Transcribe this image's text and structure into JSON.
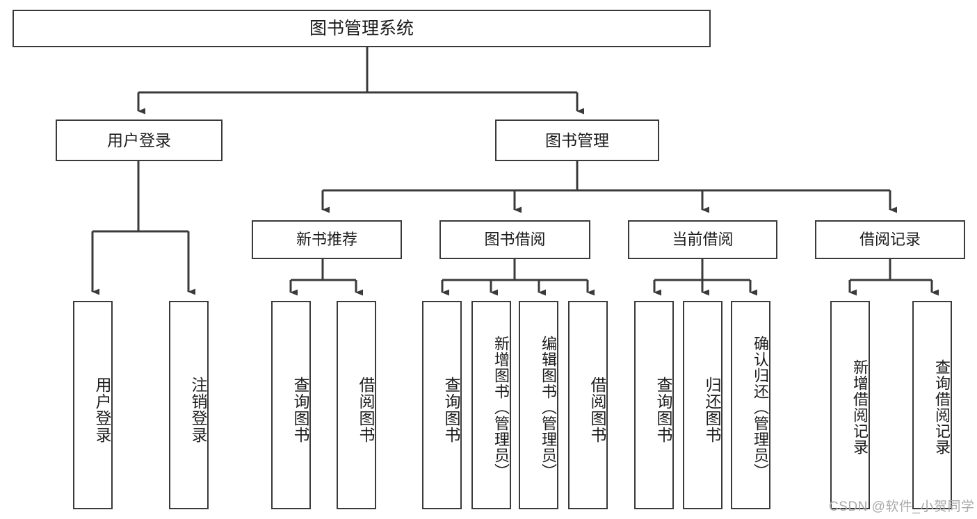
{
  "diagram": {
    "title": "图书管理系统",
    "type": "功能结构图",
    "stroke_color": "#3a3a3a",
    "text_color": "#1c1c1c",
    "background_color": "#ffffff",
    "nodes": {
      "root": {
        "label": "图书管理系统"
      },
      "level1": [
        {
          "id": "user-login",
          "label": "用户登录"
        },
        {
          "id": "book-manage",
          "label": "图书管理"
        }
      ],
      "level2": [
        {
          "id": "new-book-recommend",
          "label": "新书推荐"
        },
        {
          "id": "book-borrow",
          "label": "图书借阅"
        },
        {
          "id": "current-borrow",
          "label": "当前借阅"
        },
        {
          "id": "borrow-record",
          "label": "借阅记录"
        }
      ],
      "leaves": {
        "user-login": [
          {
            "id": "leaf-user-login",
            "label": "用户登录"
          },
          {
            "id": "leaf-logout-login",
            "label": "注销登录"
          }
        ],
        "new-book-recommend": [
          {
            "id": "leaf-query-book-1",
            "label": "查询图书"
          },
          {
            "id": "leaf-borrow-book-1",
            "label": "借阅图书"
          }
        ],
        "book-borrow": [
          {
            "id": "leaf-query-book-2",
            "label": "查询图书"
          },
          {
            "id": "leaf-add-book",
            "label": "新增图书（管理员）"
          },
          {
            "id": "leaf-edit-book",
            "label": "编辑图书（管理员）"
          },
          {
            "id": "leaf-borrow-book-2",
            "label": "借阅图书"
          }
        ],
        "current-borrow": [
          {
            "id": "leaf-query-book-3",
            "label": "查询图书"
          },
          {
            "id": "leaf-return-book",
            "label": "归还图书"
          },
          {
            "id": "leaf-confirm-return",
            "label": "确认归还（管理员）"
          }
        ],
        "borrow-record": [
          {
            "id": "leaf-add-record",
            "label": "新增借阅记录"
          },
          {
            "id": "leaf-query-record",
            "label": "查询借阅记录"
          }
        ]
      }
    },
    "watermark": "CSDN @软件_小贺同学"
  }
}
